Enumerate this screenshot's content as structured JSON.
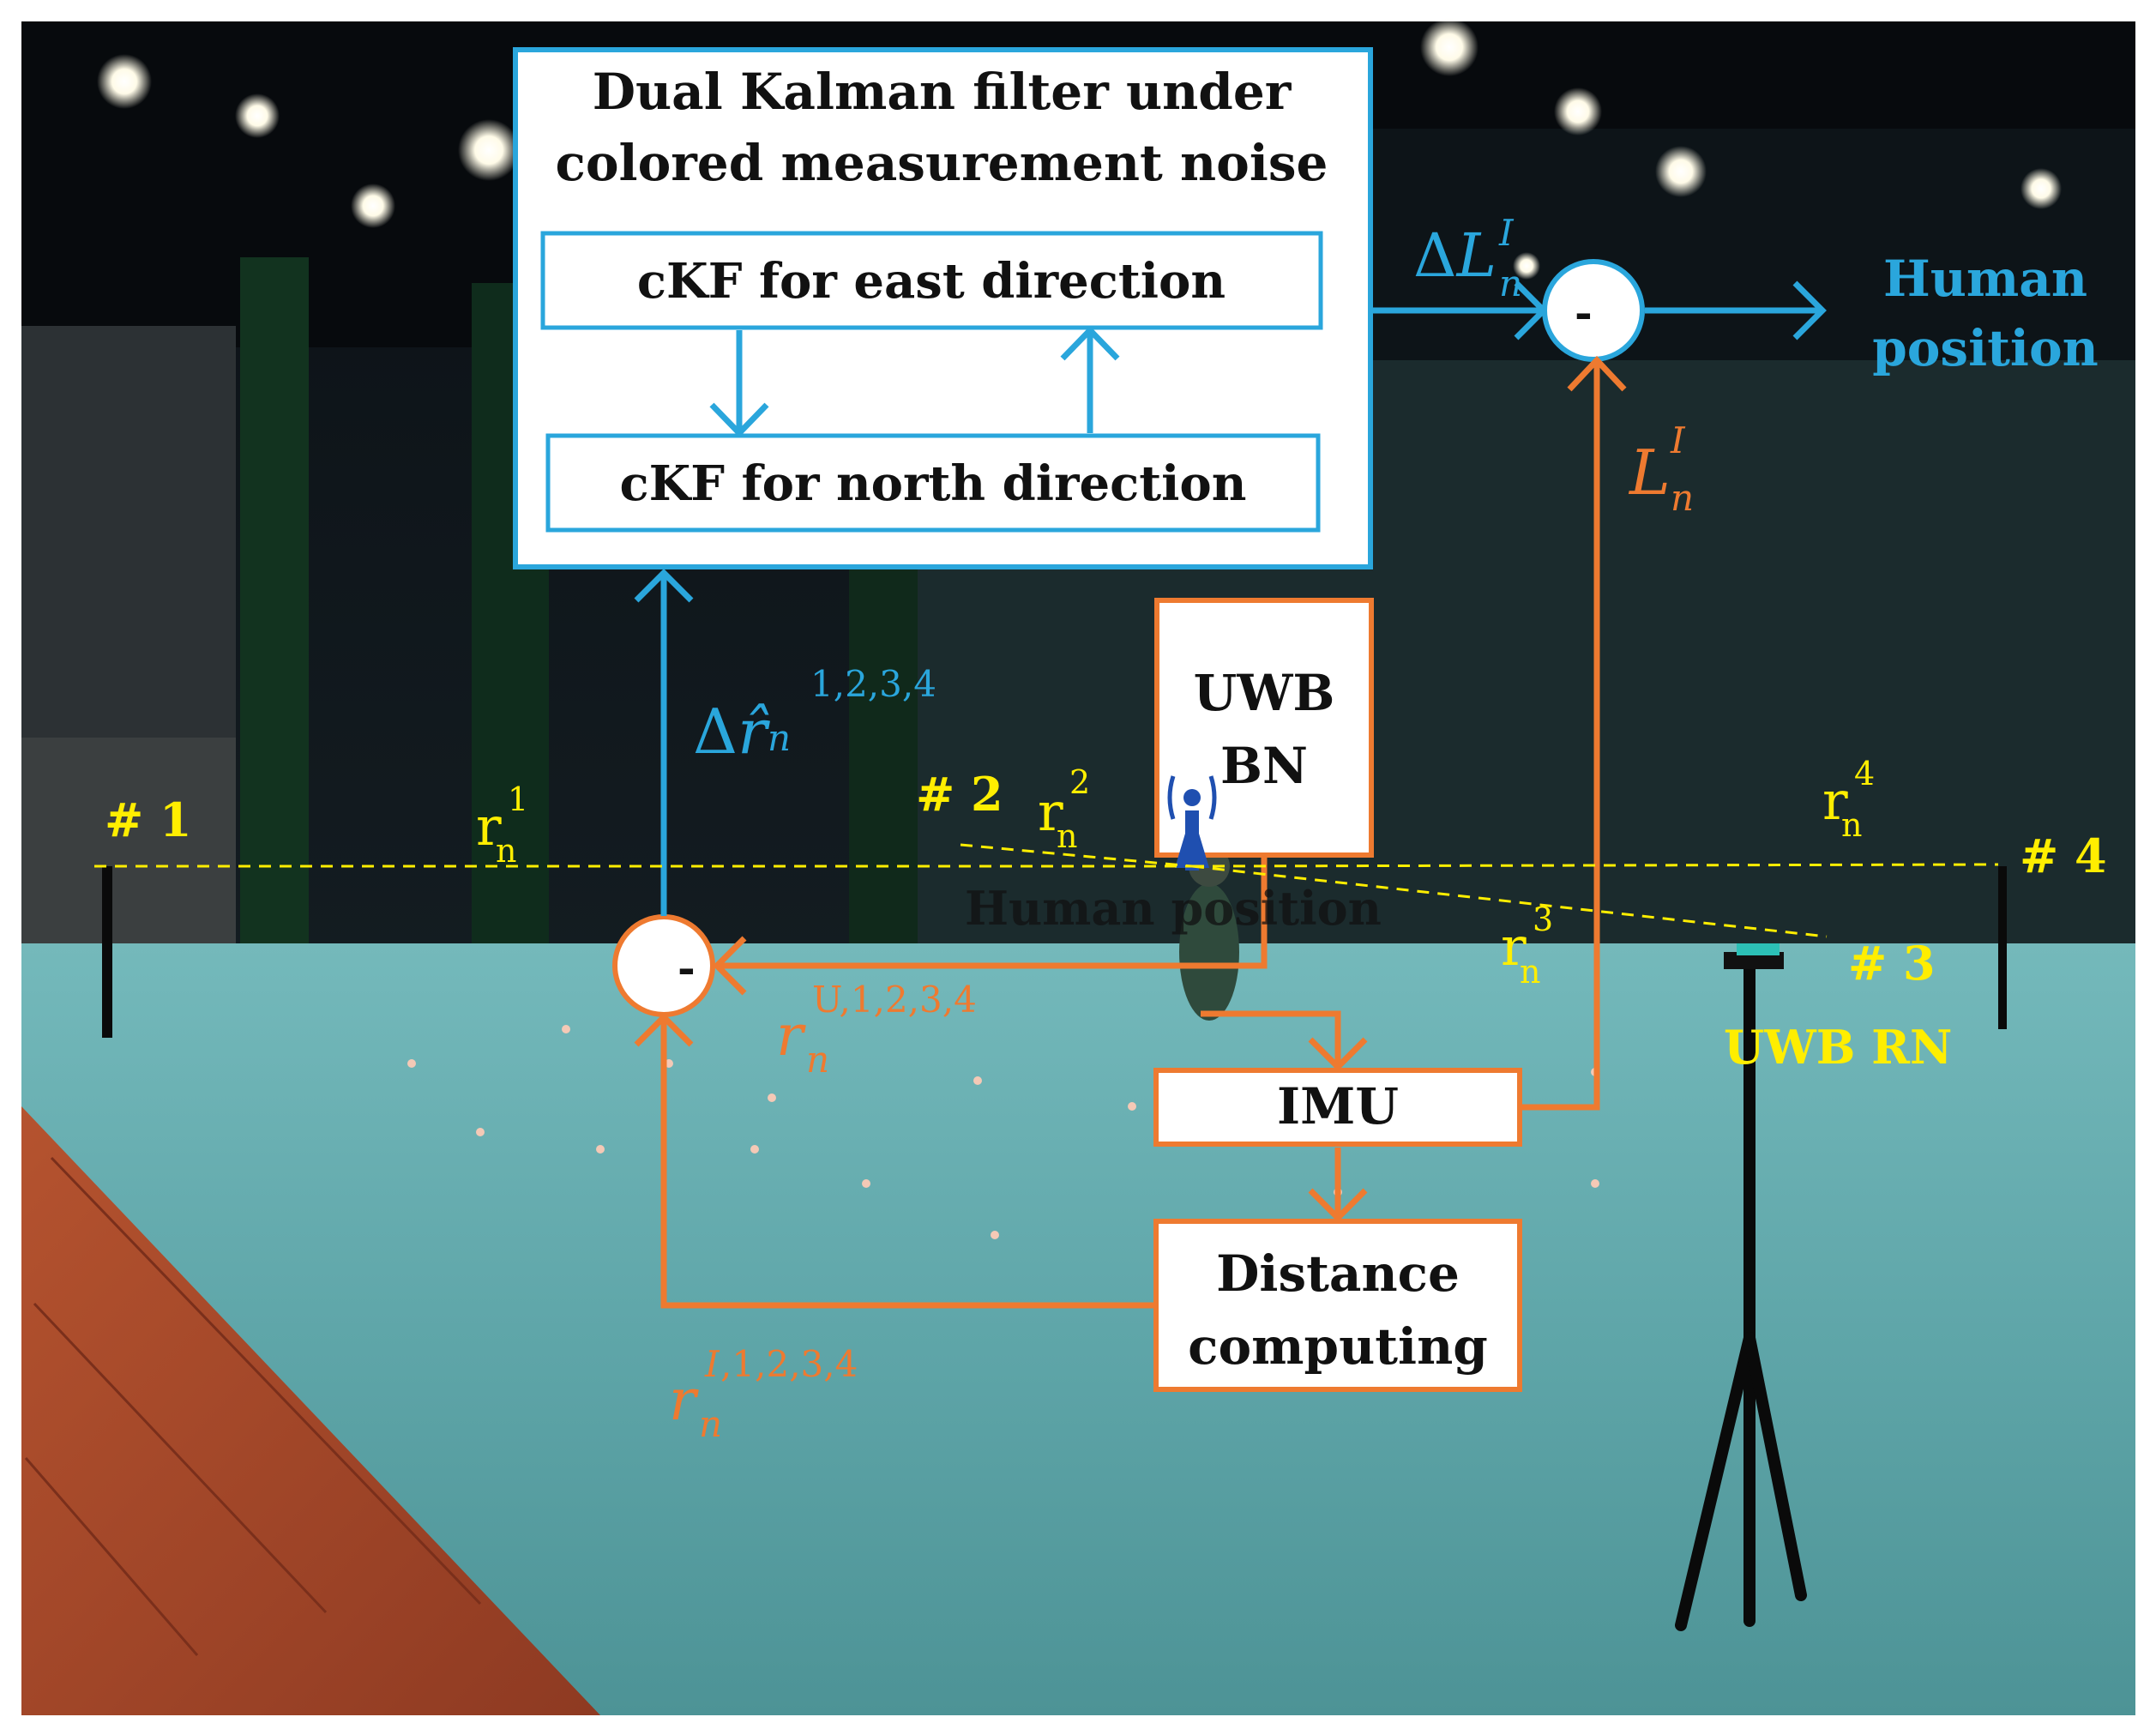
{
  "diagram": {
    "kalman_title_line1": "Dual Kalman filter under",
    "kalman_title_line2": "colored measurement noise",
    "ckf_east": "cKF for east direction",
    "ckf_north": "cKF for north direction",
    "uwb_bn_line1": "UWB",
    "uwb_bn_line2": "BN",
    "imu": "IMU",
    "distance_line1": "Distance",
    "distance_line2": "computing",
    "human_position_line1": "Human",
    "human_position_line2": "position",
    "background_caption": "Human position",
    "minus": "-",
    "uwb_rn": "UWB  RN"
  },
  "anchors": {
    "a1": "# 1",
    "a2": "# 2",
    "a3": "# 3",
    "a4": "# 4"
  },
  "math": {
    "delta": "Δ",
    "L": "L",
    "r_hat": "r̂",
    "r": "r",
    "n": "n",
    "sup_I": "I",
    "sup_delta_r": "1,2,3,4",
    "sup_rU": "U,1,2,3,4",
    "sup_rI": "I,1,2,3,4",
    "sup_1": "1",
    "sup_2": "2",
    "sup_3": "3",
    "sup_4": "4"
  },
  "colors": {
    "blue": "#2aa6dc",
    "orange": "#ee7a30",
    "yellow": "#ffee00",
    "floor_cyan": "#5ea6a9",
    "wood": "#a2452a"
  }
}
